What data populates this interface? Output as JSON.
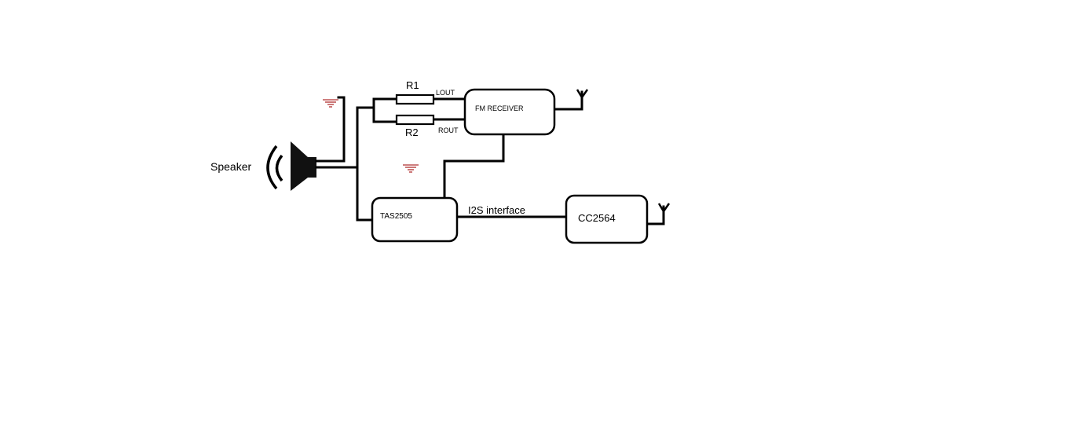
{
  "labels": {
    "speaker": "Speaker",
    "r1": "R1",
    "r2": "R2",
    "lout": "LOUT",
    "rout": "ROUT",
    "fm_receiver": "FM RECEIVER",
    "tas2505": "TAS2505",
    "i2s": "I2S interface",
    "cc2564": "CC2564"
  },
  "colors": {
    "ground": "#b03030",
    "line": "#000000"
  }
}
